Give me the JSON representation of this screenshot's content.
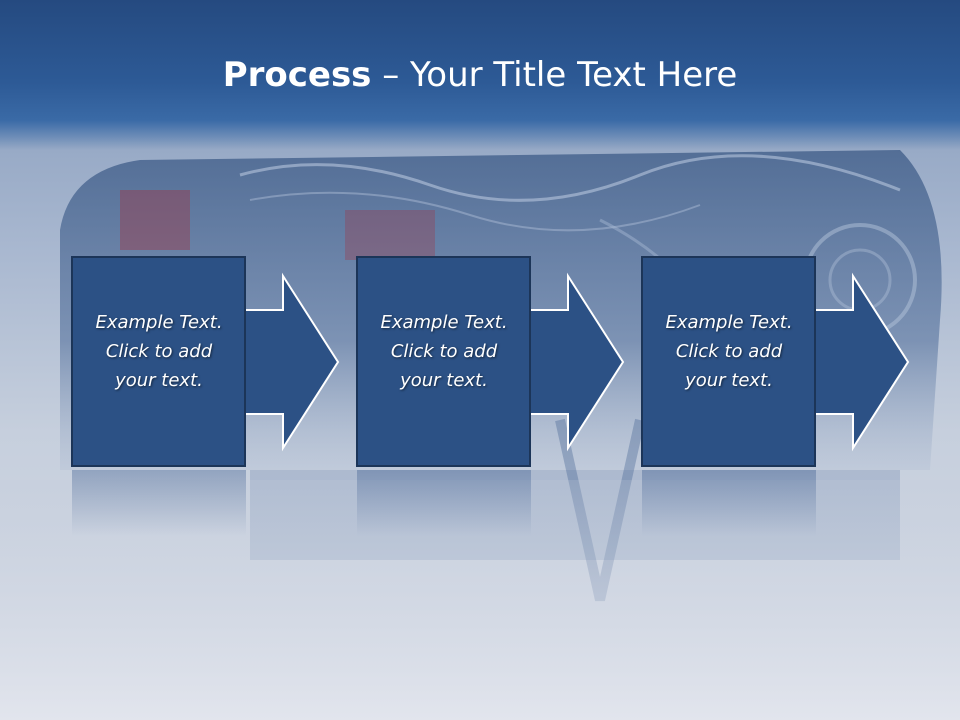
{
  "slide": {
    "title_bold": "Process",
    "title_rest": " – Your Title Text Here",
    "steps": [
      {
        "text": "Example Text.\nClick  to add\nyour text."
      },
      {
        "text": "Example Text.\nClick  to add\nyour text."
      },
      {
        "text": "Example Text.\nClick  to add\nyour text."
      }
    ]
  },
  "colors": {
    "title_bar": "#2d5a96",
    "box_fill": "#2c5185",
    "box_stroke": "#1c3558",
    "text": "#ffffff"
  }
}
